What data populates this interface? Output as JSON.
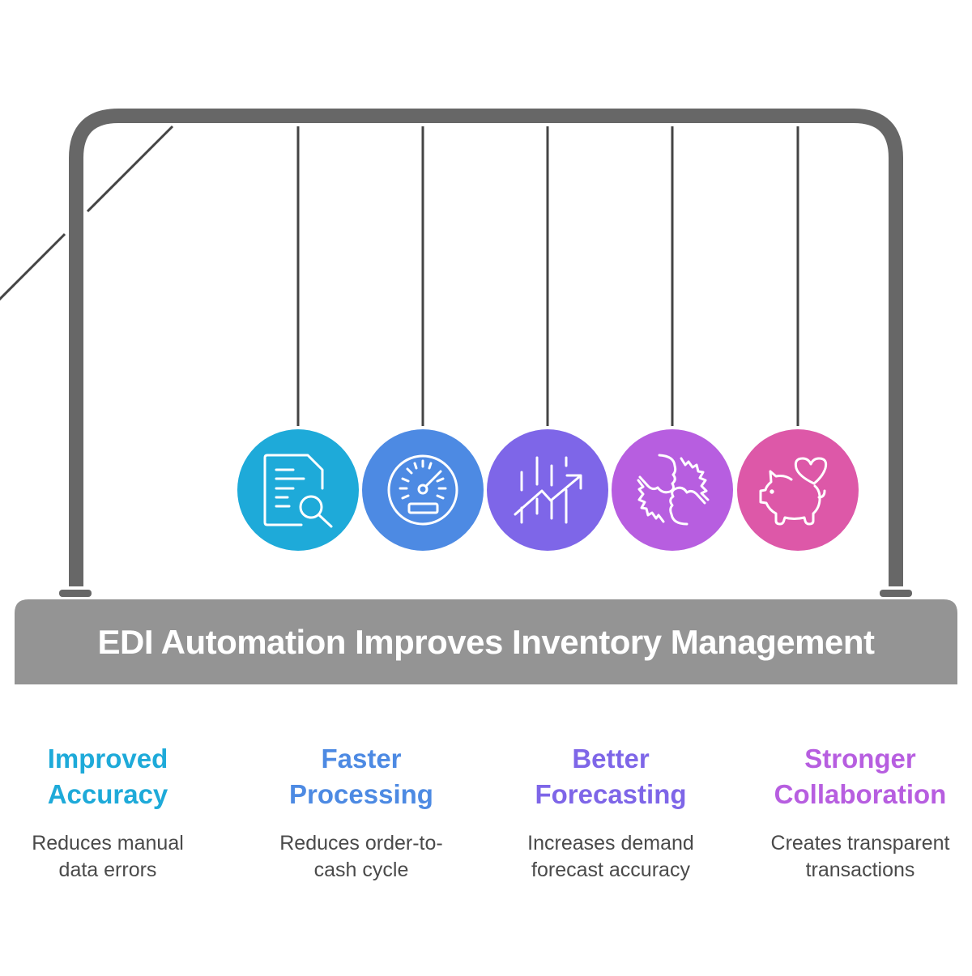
{
  "title": "EDI Automation Improves Inventory Management",
  "colors": {
    "frame": "#676767",
    "base": "#949494",
    "string": "#444444"
  },
  "pendulums": [
    {
      "icon": "document-search-icon",
      "color": "#1EAAD9"
    },
    {
      "icon": "speedometer-icon",
      "color": "#4D8AE3"
    },
    {
      "icon": "trend-chart-icon",
      "color": "#7E66E8"
    },
    {
      "icon": "handshake-collaboration-icon",
      "color": "#B75EE0"
    },
    {
      "icon": "piggy-bank-heart-icon",
      "color": "#DD58A8"
    }
  ],
  "benefits": [
    {
      "title": "Improved Accuracy",
      "title_lines": [
        "Improved",
        "Accuracy"
      ],
      "description_lines": [
        "Reduces manual",
        "data errors"
      ],
      "color": "#1EAAD9"
    },
    {
      "title": "Faster Processing",
      "title_lines": [
        "Faster",
        "Processing"
      ],
      "description_lines": [
        "Reduces order-to-",
        "cash cycle"
      ],
      "color": "#4D8AE3"
    },
    {
      "title": "Better Forecasting",
      "title_lines": [
        "Better",
        "Forecasting"
      ],
      "description_lines": [
        "Increases demand",
        "forecast accuracy"
      ],
      "color": "#7E66E8"
    },
    {
      "title": "Stronger Collaboration",
      "title_lines": [
        "Stronger",
        "Collaboration"
      ],
      "description_lines": [
        "Creates transparent",
        "transactions"
      ],
      "color": "#B75EE0"
    }
  ]
}
